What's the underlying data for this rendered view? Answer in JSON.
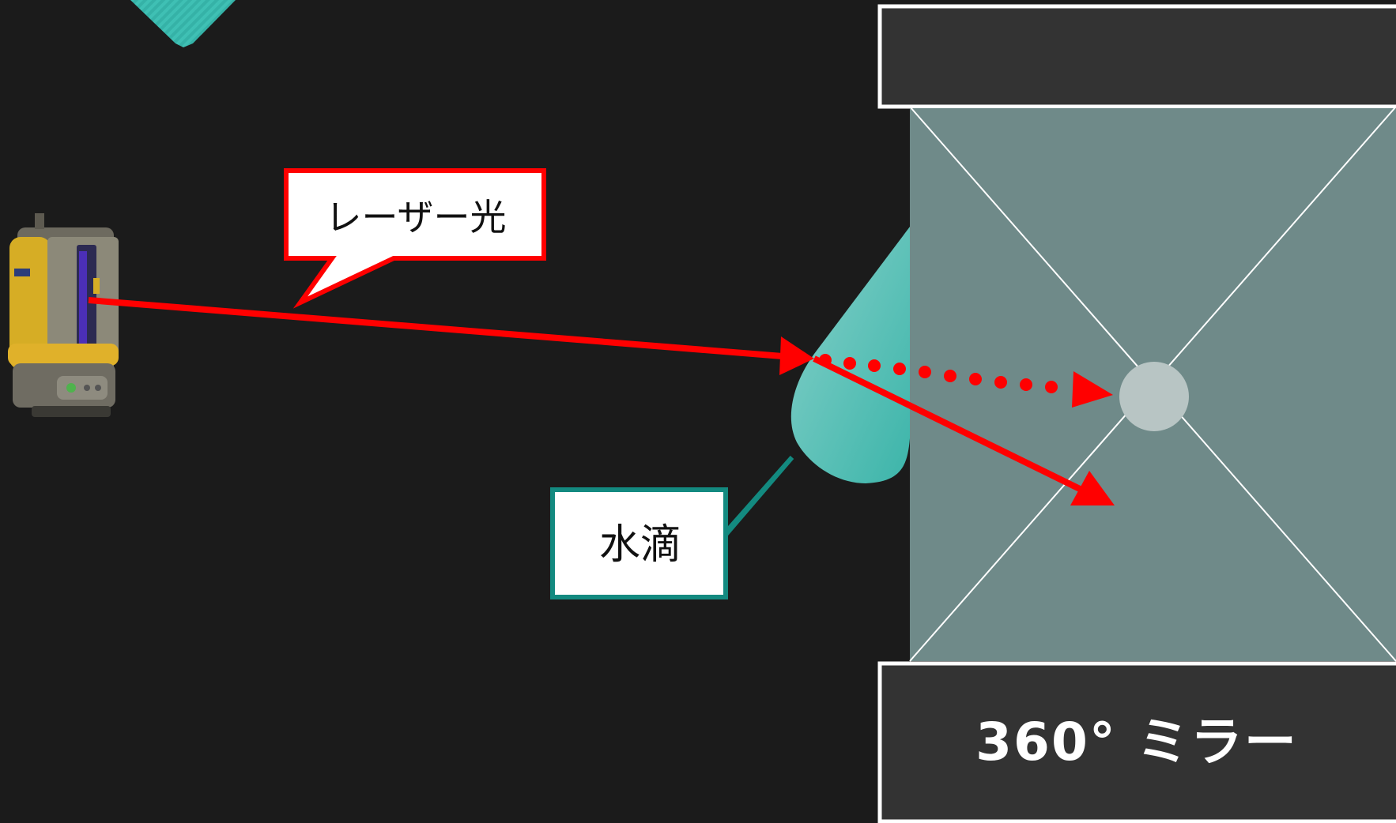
{
  "labels": {
    "laser": "レーザー光",
    "water_drop": "水滴",
    "mirror": "360° ミラー"
  },
  "icons": {
    "laser_device": "laser-scanner-device-icon",
    "water_drop": "water-droplet-shape",
    "mirror": "mirror-prism-box",
    "decoration": "teal-corner-decoration"
  },
  "colors": {
    "background": "#1b1b1b",
    "laser": "#ff0000",
    "water_drop": "#5ccfc4",
    "water_drop_callout_border": "#138a80",
    "mirror_body": "#6f8a89",
    "mirror_frame": "#333333",
    "mirror_center": "#b8c5c4"
  }
}
